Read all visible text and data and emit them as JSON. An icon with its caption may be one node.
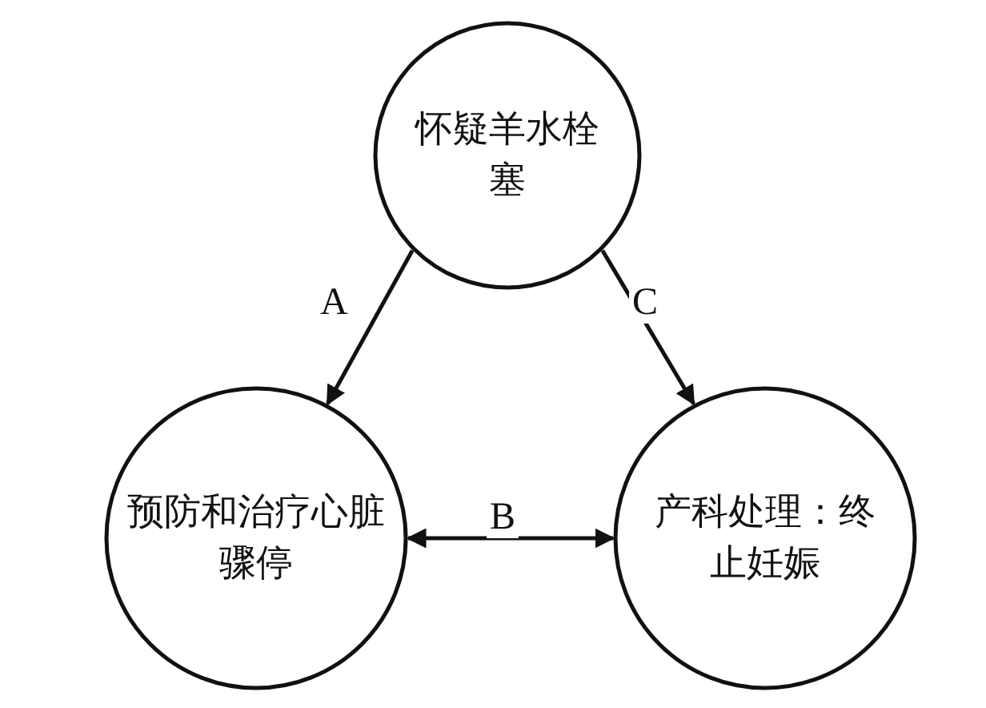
{
  "diagram": {
    "nodes": [
      {
        "text": [
          "怀疑羊水栓塞"
        ]
      },
      {
        "text": [
          "预防和治疗心脏骤停"
        ]
      },
      {
        "text": [
          "产科处理：终止妊娠"
        ]
      }
    ],
    "edges": [
      {
        "from": 0,
        "to": 1,
        "arrow": "to",
        "label": "A"
      },
      {
        "from": 0,
        "to": 2,
        "arrow": "to",
        "label": "C"
      },
      {
        "from": 1,
        "to": 2,
        "arrow": "both",
        "label": "B"
      }
    ]
  }
}
